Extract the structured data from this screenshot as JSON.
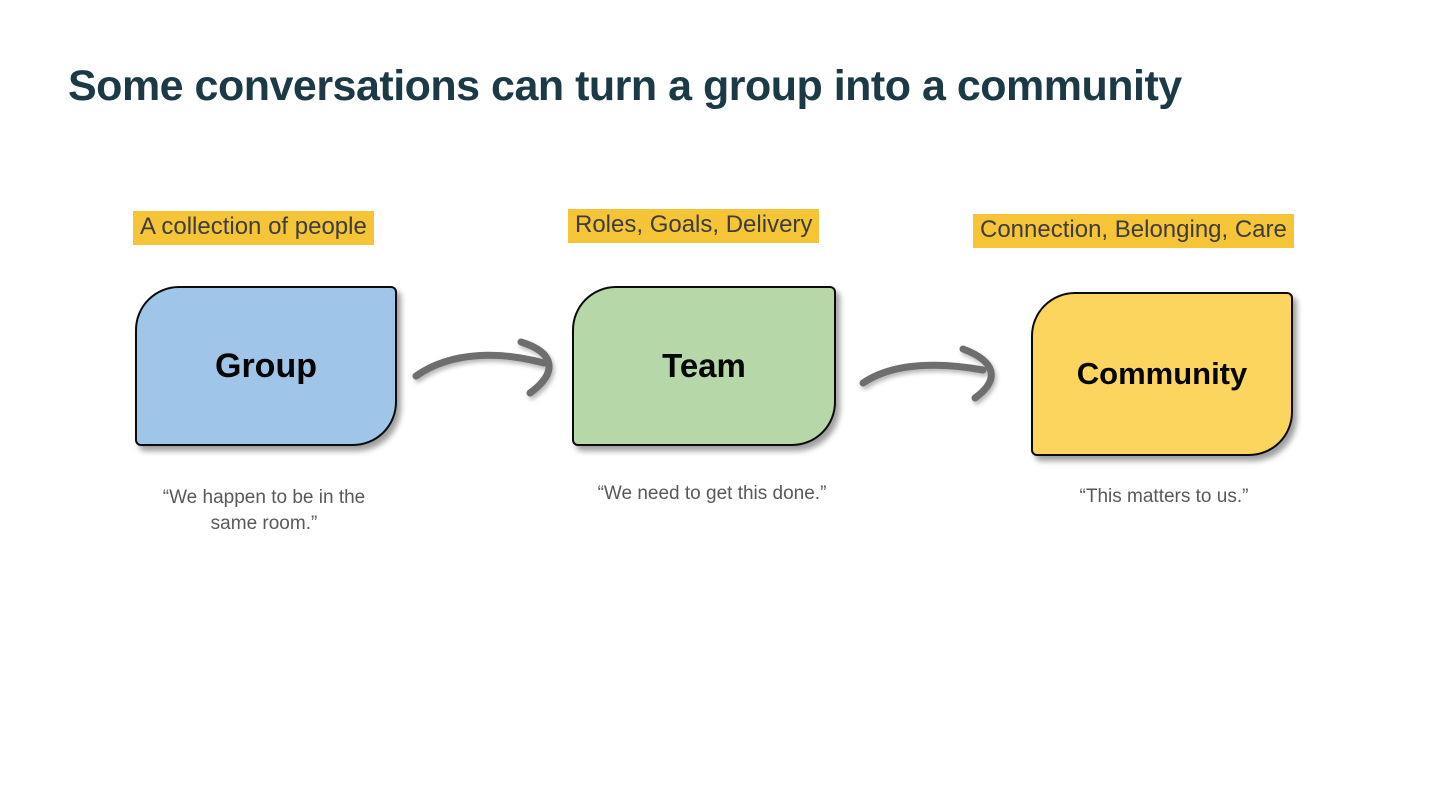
{
  "title": "Some conversations can turn a group into a community",
  "stages": [
    {
      "label": "A collection of people",
      "box_label": "Group",
      "quote": "“We happen to be in the same room.”",
      "fill": "#9FC5E8"
    },
    {
      "label": "Roles, Goals, Delivery",
      "box_label": "Team",
      "quote": "“We need to get this done.”",
      "fill": "#B6D7A8"
    },
    {
      "label": "Connection, Belonging, Care",
      "box_label": "Community",
      "quote": "“This matters to us.”",
      "fill": "#FCD55F"
    }
  ],
  "colors": {
    "title_text": "#1b3a45",
    "label_highlight": "#F6C437",
    "label_text": "#3d3d3d",
    "quote_text": "#595959",
    "box_border": "#0b0b0b",
    "arrow": "#6e6e6e",
    "background": "#ffffff"
  }
}
